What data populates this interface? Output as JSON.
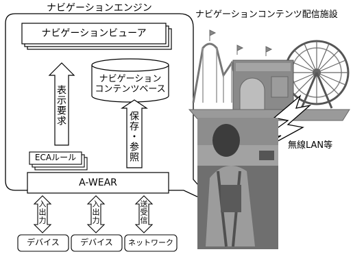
{
  "engine": {
    "title": "ナビゲーションエンジン",
    "viewer_label": "ナビゲーションビューア",
    "database_label": [
      "ナビゲーション",
      "コンテンツベース"
    ],
    "display_request_label": "表示要求",
    "store_reference_label": "保存・参照",
    "eca_rules_label": "ECAルール",
    "awear_label": "A-WEAR"
  },
  "io": {
    "arrows": [
      {
        "label": "入出力"
      },
      {
        "label": "入出力"
      },
      {
        "label": "送受信"
      }
    ],
    "devices": [
      {
        "label": "デバイス"
      },
      {
        "label": "デバイス"
      },
      {
        "label": "ネットワーク"
      }
    ]
  },
  "facility": {
    "title": "ナビゲーションコンテンツ配信施設"
  },
  "wireless": {
    "label": "無線LAN等"
  },
  "colors": {
    "line": "#000000",
    "box_fill": "#ffffff",
    "building": "#8a8a8a",
    "photo": "#6f6f6f"
  }
}
